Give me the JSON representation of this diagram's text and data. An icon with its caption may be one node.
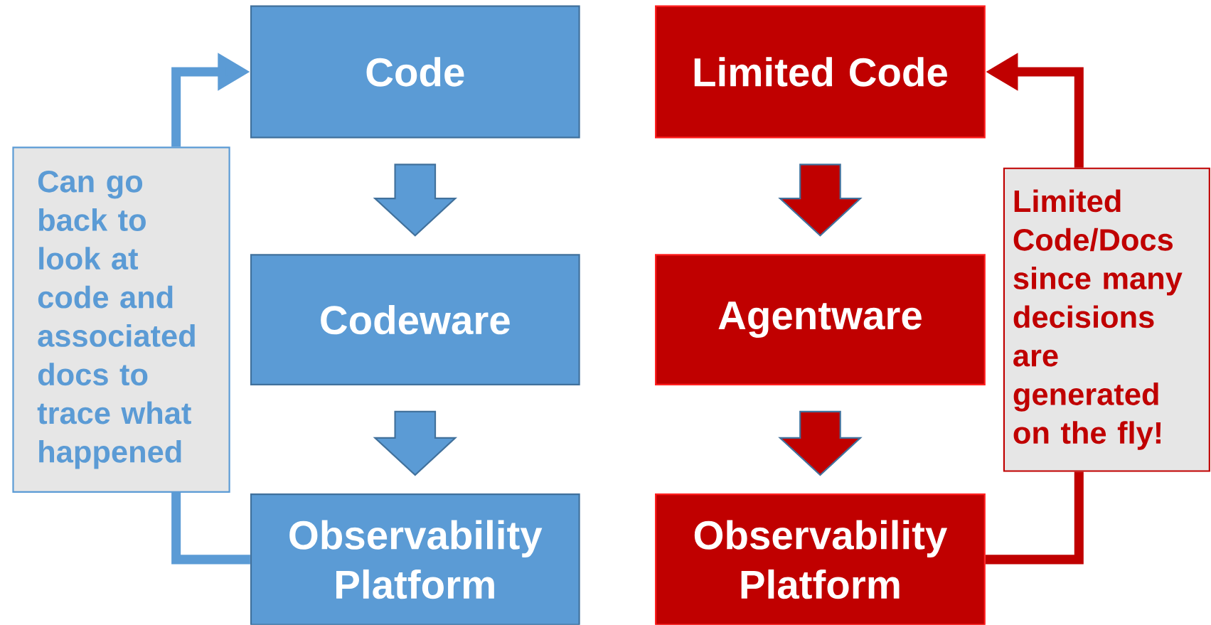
{
  "diagram": {
    "nodes": [
      {
        "text": [
          "Code"
        ]
      },
      {
        "text": [
          "Codeware"
        ]
      },
      {
        "text": [
          "Observability Platform"
        ]
      },
      {
        "text": [
          "Can go back to look at code and associated docs to trace what happened"
        ]
      },
      {
        "text": [
          "Limited Code"
        ]
      },
      {
        "text": [
          "Agentware"
        ]
      },
      {
        "text": [
          "Observability Platform"
        ]
      },
      {
        "text": [
          "Limited Code/Docs since many decisions are generated on the fly!"
        ]
      }
    ],
    "edges": [
      {
        "from": 0,
        "to": 1,
        "arrow": "to",
        "color": "#5b9bd5"
      },
      {
        "from": 1,
        "to": 2,
        "arrow": "to",
        "color": "#5b9bd5"
      },
      {
        "from": 2,
        "to": 3,
        "arrow": "none",
        "color": "#5b9bd5"
      },
      {
        "from": 3,
        "to": 0,
        "arrow": "to",
        "color": "#5b9bd5"
      },
      {
        "from": 4,
        "to": 5,
        "arrow": "to",
        "color": "#c00000"
      },
      {
        "from": 5,
        "to": 6,
        "arrow": "to",
        "color": "#c00000"
      },
      {
        "from": 6,
        "to": 7,
        "arrow": "none",
        "color": "#c00000"
      },
      {
        "from": 7,
        "to": 4,
        "arrow": "to",
        "color": "#c00000"
      }
    ]
  }
}
